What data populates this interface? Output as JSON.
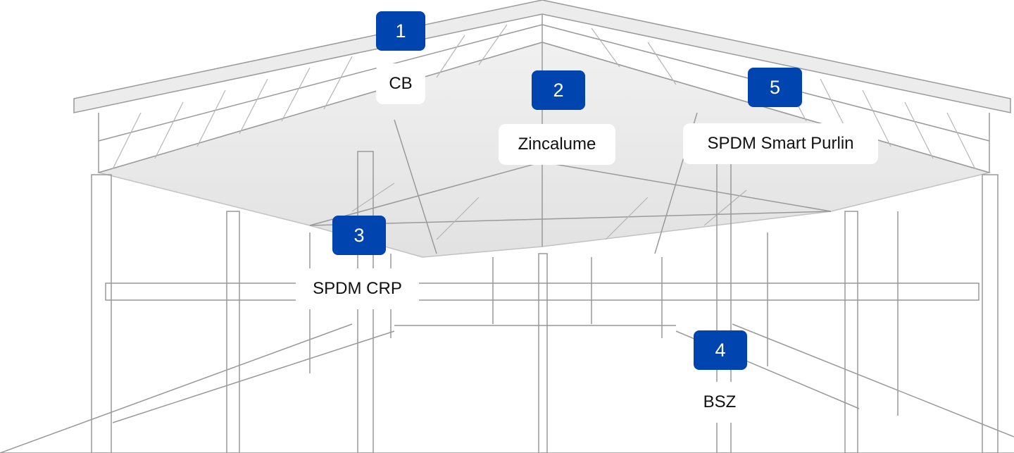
{
  "accent_color": "#0044b0",
  "hotspots": [
    {
      "number": "1",
      "label": "CB"
    },
    {
      "number": "2",
      "label": "Zincalume"
    },
    {
      "number": "3",
      "label": "SPDM CRP"
    },
    {
      "number": "4",
      "label": "BSZ"
    },
    {
      "number": "5",
      "label": "SPDM Smart Purlin"
    }
  ]
}
